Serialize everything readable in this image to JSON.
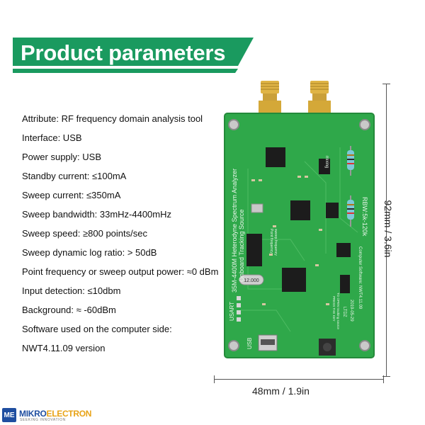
{
  "banner": {
    "title": "Product parameters",
    "color": "#1a9a5f"
  },
  "specs": [
    "Attribute: RF frequency domain analysis tool",
    "Interface: USB",
    "Power supply: USB",
    "Standby current: ≤100mA",
    "Sweep current: ≤350mA",
    "Sweep bandwidth: 33mHz-4400mHz",
    "Sweep speed: ≥800 points/sec",
    "Sweep dynamic log ratio: > 50dB",
    "Point frequency or sweep output power: ≈0 dBm",
    "Input detection: ≤10dbm",
    "Background: ≈ -60dBm",
    "Software used on the computer side:",
    "NWT4.11.09 version"
  ],
  "board": {
    "title": "35M-4400M Heterodyne Spectrum Analyzer",
    "subtitle": "Onboard Tracking Source",
    "rbw": "RBW:5k-120k",
    "software": "Computer Software: NWT4.11.09",
    "date": "2019-05-29",
    "brand": "LTDZ",
    "mixing": "mixing",
    "point_freq": "Point frequency",
    "sweep_freq": "sweep frequency",
    "press_key": "PRESS THE KEY",
    "press_key_sub": "TO OPEN tracking source",
    "crystal": "12.000",
    "usart": "USART",
    "usb": "USB",
    "pcb_color": "#2fa84a",
    "connector_color": "#d9a431"
  },
  "dimensions": {
    "height": "92mm / 3.6in",
    "width": "48mm / 1.9in"
  },
  "logo": {
    "mark": "ME",
    "name_main": "MIKRO",
    "name_accent": "ELECTRON",
    "tagline": "SEEKING INNOVATION"
  }
}
